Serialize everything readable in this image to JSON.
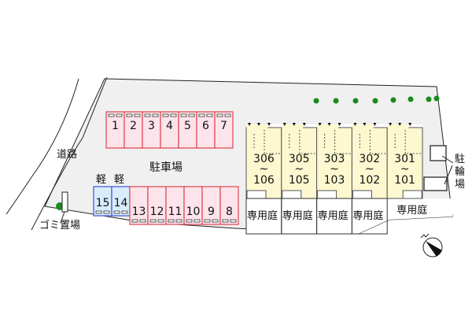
{
  "labels": {
    "road": "道路",
    "parking": "駐車場",
    "garbage": "ゴミ置場",
    "bike_parking": "駐輪場",
    "kei": "軽",
    "private_garden": "専用庭"
  },
  "parking_top": [
    "1",
    "2",
    "3",
    "4",
    "5",
    "6",
    "7"
  ],
  "parking_kei": [
    "15",
    "14"
  ],
  "parking_bottom": [
    "13",
    "12",
    "11",
    "10",
    "9",
    "8"
  ],
  "units": [
    {
      "upper": "306",
      "lower": "106"
    },
    {
      "upper": "305",
      "lower": "105"
    },
    {
      "upper": "303",
      "lower": "103"
    },
    {
      "upper": "302",
      "lower": "102"
    },
    {
      "upper": "301",
      "lower": "101"
    }
  ],
  "range_mark": "~",
  "colors": {
    "lot": "#f0f0f0",
    "parking_fill": "#fde3ea",
    "parking_line": "#e0505a",
    "kei_fill": "#d8ecfb",
    "kei_line": "#4a5fd8",
    "building": "#fdf8cf",
    "tree": "#1a8a1a"
  }
}
